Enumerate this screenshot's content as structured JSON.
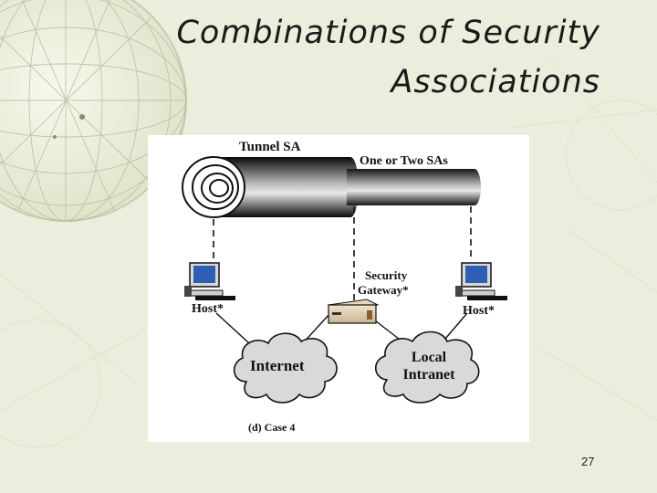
{
  "slide": {
    "title_line1": "Combinations of Security",
    "title_line2": "Associations",
    "page_number": "27"
  },
  "diagram": {
    "tunnel_sa_label": "Tunnel SA",
    "inner_sa_label": "One or Two SAs",
    "host_left_label": "Host*",
    "host_right_label": "Host*",
    "gateway_label_line1": "Security",
    "gateway_label_line2": "Gateway*",
    "internet_label": "Internet",
    "intranet_label_line1": "Local",
    "intranet_label_line2": "Intranet",
    "caption": "(d) Case 4"
  },
  "colors": {
    "background": "#eceedd",
    "monitor_screen": "#2f5fb3",
    "pipe_dark": "#111111"
  }
}
